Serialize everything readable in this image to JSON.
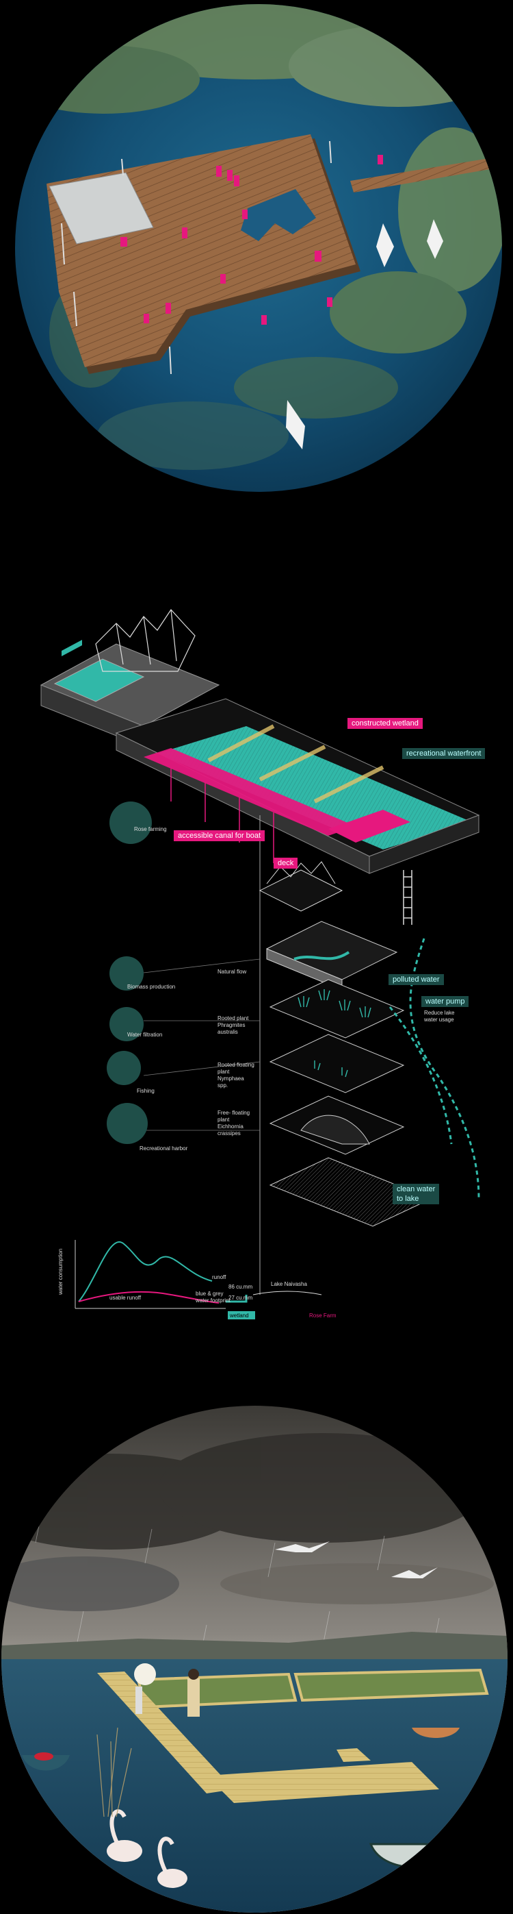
{
  "colors": {
    "accent_pink": "#e6187e",
    "teal": "#31b8a8",
    "teal_dark": "#1b4a45",
    "background": "#000000"
  },
  "diagram": {
    "labels": {
      "constructed_wetland": "constructed wetland",
      "recreational_waterfront": "recreational waterfront",
      "accessible_canal": "accessible canal for boat",
      "deck": "deck",
      "polluted_water": "polluted water",
      "water_pump": "water pump",
      "reduce_lake_water_usage": "Reduce lake\nwater usage",
      "clean_water": "clean water\nto lake"
    },
    "functions": [
      {
        "name": "Rose farming",
        "icon": "farmer-icon"
      },
      {
        "name": "Biomass production",
        "icon": "biomass-icon"
      },
      {
        "name": "Water filtration",
        "icon": "filtration-icon"
      },
      {
        "name": "Fishing",
        "icon": "fishing-icon"
      },
      {
        "name": "Recreational harbor",
        "icon": "harbor-icon"
      }
    ],
    "layer_notes": {
      "natural_flow": "Natural flow",
      "rooted_plant": "Rooted plant\nPhragmites\naustralis",
      "rooted_floating": "Rooted floating\nplant\nNymphaea\nspp.",
      "free_floating": "Free- floating\nplant\nEichhornia\ncrassipes"
    },
    "chart": {
      "ylabel": "water consumption",
      "runoff": "runoff",
      "usable_runoff": "usable runoff",
      "blue_grey": "blue & grey\nwater footprint",
      "value_1": "86 cu.mm",
      "value_2": "27 cu.mm",
      "wetland": "wetland",
      "lake": "Lake Naivasha",
      "rose_farm": "Rose Farm"
    }
  }
}
